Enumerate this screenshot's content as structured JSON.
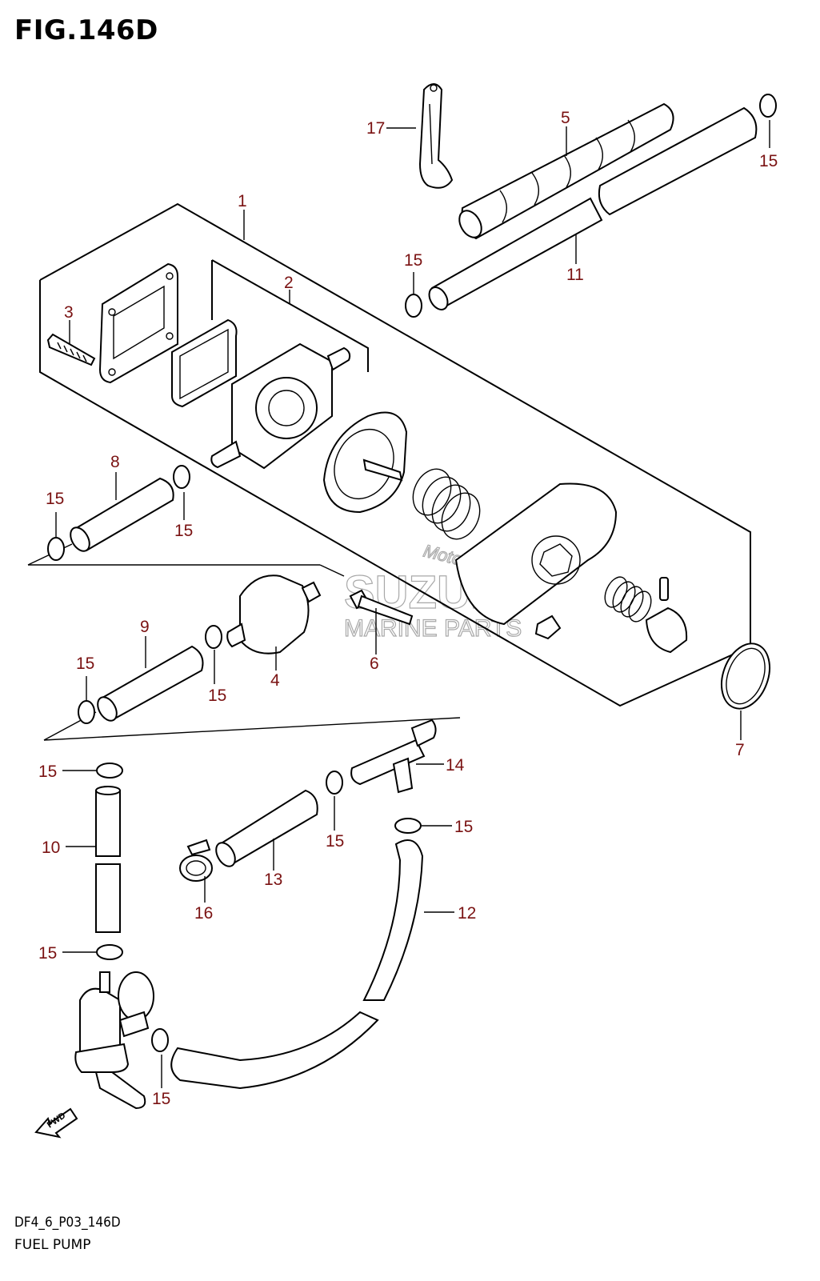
{
  "figure": {
    "title": "FIG.146D",
    "code": "DF4_6_P03_146D",
    "name": "FUEL PUMP"
  },
  "watermark": {
    "brand": "SUZUKI",
    "subtitle": "MARINE PARTS",
    "script": "Motogrow"
  },
  "fwd_label": "FWD",
  "callouts": {
    "c1": "1",
    "c2": "2",
    "c3": "3",
    "c4": "4",
    "c5": "5",
    "c6": "6",
    "c7": "7",
    "c8": "8",
    "c9": "9",
    "c10": "10",
    "c11": "11",
    "c12": "12",
    "c13": "13",
    "c14": "14",
    "c15a": "15",
    "c15b": "15",
    "c15c": "15",
    "c15d": "15",
    "c15e": "15",
    "c15f": "15",
    "c15g": "15",
    "c15h": "15",
    "c15i": "15",
    "c15j": "15",
    "c15k": "15",
    "c16": "16",
    "c17": "17"
  },
  "colors": {
    "callout": "#7a1212",
    "line": "#000000",
    "watermark": "#9a9a9a"
  }
}
